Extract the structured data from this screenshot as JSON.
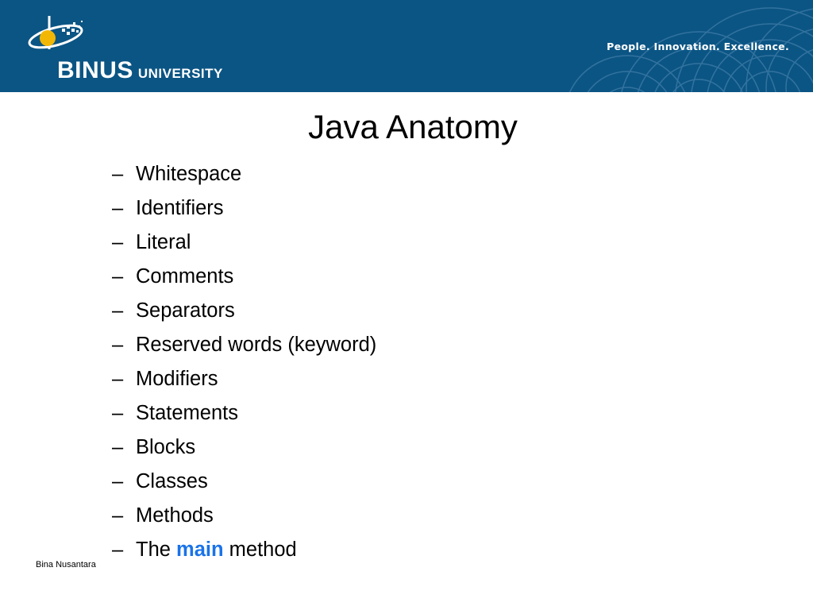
{
  "header": {
    "logo": {
      "brand": "BINUS",
      "sub": "UNIVERSITY"
    },
    "tagline": "People. Innovation. Excellence.",
    "colors": {
      "background": "#0b5584",
      "accent": "#f2b705",
      "arc": "#3d7aa6"
    }
  },
  "slide": {
    "title": "Java Anatomy",
    "bullets": [
      "Whitespace",
      "Identifiers",
      "Literal",
      "Comments",
      "Separators",
      "Reserved words (keyword)",
      "Modifiers",
      "Statements",
      "Blocks",
      "Classes",
      "Methods"
    ],
    "last_bullet": {
      "before": "The",
      "keyword": "main",
      "after": "method"
    },
    "keyword_color": "#1a73e8"
  },
  "footer": {
    "text": "Bina Nusantara"
  }
}
